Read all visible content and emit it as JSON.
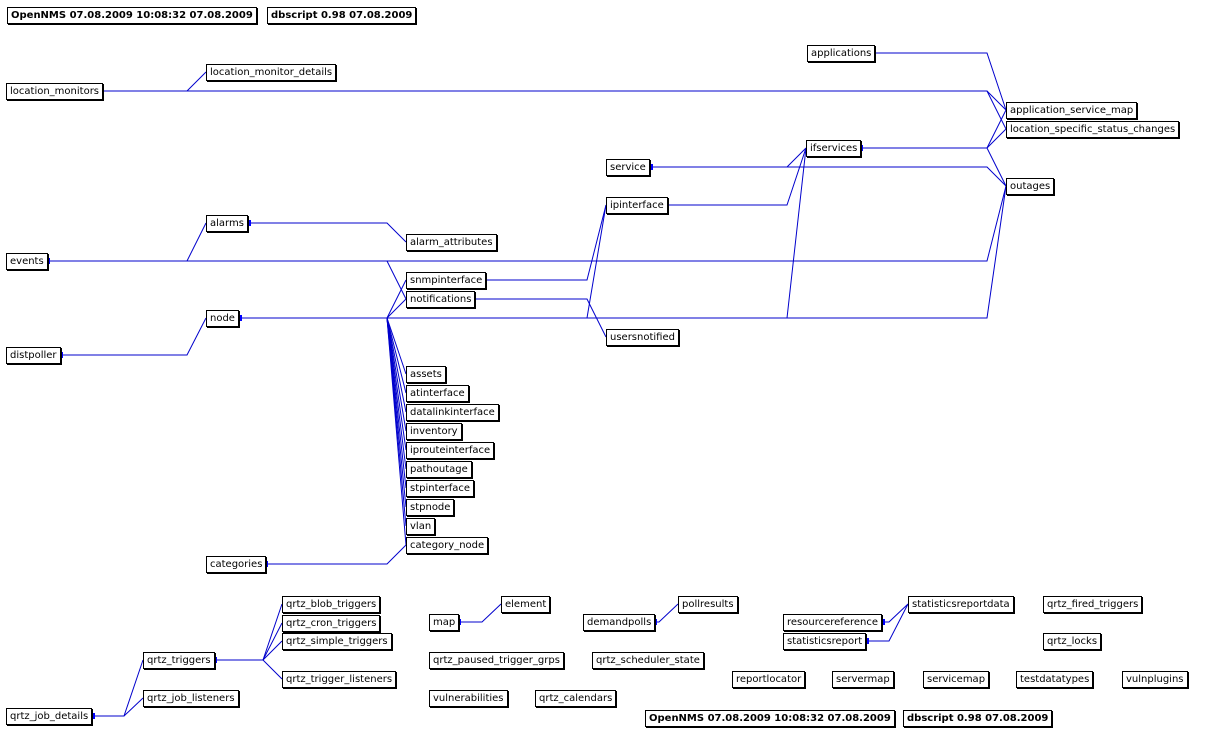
{
  "header": {
    "top_left": "OpenNMS 07.08.2009 10:08:32 07.08.2009",
    "top_right": "dbscript 0.98 07.08.2009",
    "bottom_left": "OpenNMS 07.08.2009 10:08:32 07.08.2009",
    "bottom_right": "dbscript 0.98 07.08.2009"
  },
  "tables": {
    "applications": "applications",
    "location_monitors": "location_monitors",
    "location_monitor_details": "location_monitor_details",
    "application_service_map": "application_service_map",
    "location_specific_status_changes": "location_specific_status_changes",
    "ifservices": "ifservices",
    "service": "service",
    "outages": "outages",
    "ipinterface": "ipinterface",
    "alarms": "alarms",
    "alarm_attributes": "alarm_attributes",
    "events": "events",
    "snmpinterface": "snmpinterface",
    "notifications": "notifications",
    "node": "node",
    "usersnotified": "usersnotified",
    "distpoller": "distpoller",
    "assets": "assets",
    "atinterface": "atinterface",
    "datalinkinterface": "datalinkinterface",
    "inventory": "inventory",
    "iprouteinterface": "iprouteinterface",
    "pathoutage": "pathoutage",
    "stpinterface": "stpinterface",
    "stpnode": "stpnode",
    "vlan": "vlan",
    "category_node": "category_node",
    "categories": "categories",
    "qrtz_blob_triggers": "qrtz_blob_triggers",
    "qrtz_cron_triggers": "qrtz_cron_triggers",
    "qrtz_simple_triggers": "qrtz_simple_triggers",
    "qrtz_triggers": "qrtz_triggers",
    "qrtz_trigger_listeners": "qrtz_trigger_listeners",
    "qrtz_job_listeners": "qrtz_job_listeners",
    "qrtz_job_details": "qrtz_job_details",
    "map": "map",
    "element": "element",
    "demandpolls": "demandpolls",
    "pollresults": "pollresults",
    "resourcereference": "resourcereference",
    "statisticsreportdata": "statisticsreportdata",
    "statisticsreport": "statisticsreport",
    "qrtz_fired_triggers": "qrtz_fired_triggers",
    "qrtz_locks": "qrtz_locks",
    "qrtz_paused_trigger_grps": "qrtz_paused_trigger_grps",
    "qrtz_scheduler_state": "qrtz_scheduler_state",
    "vulnerabilities": "vulnerabilities",
    "qrtz_calendars": "qrtz_calendars",
    "reportlocator": "reportlocator",
    "servermap": "servermap",
    "servicemap": "servicemap",
    "testdatatypes": "testdatatypes",
    "vulnplugins": "vulnplugins"
  },
  "colors": {
    "line": "#0000cc",
    "marker": "#0000ff",
    "border": "#000000",
    "background": "#ffffff"
  }
}
